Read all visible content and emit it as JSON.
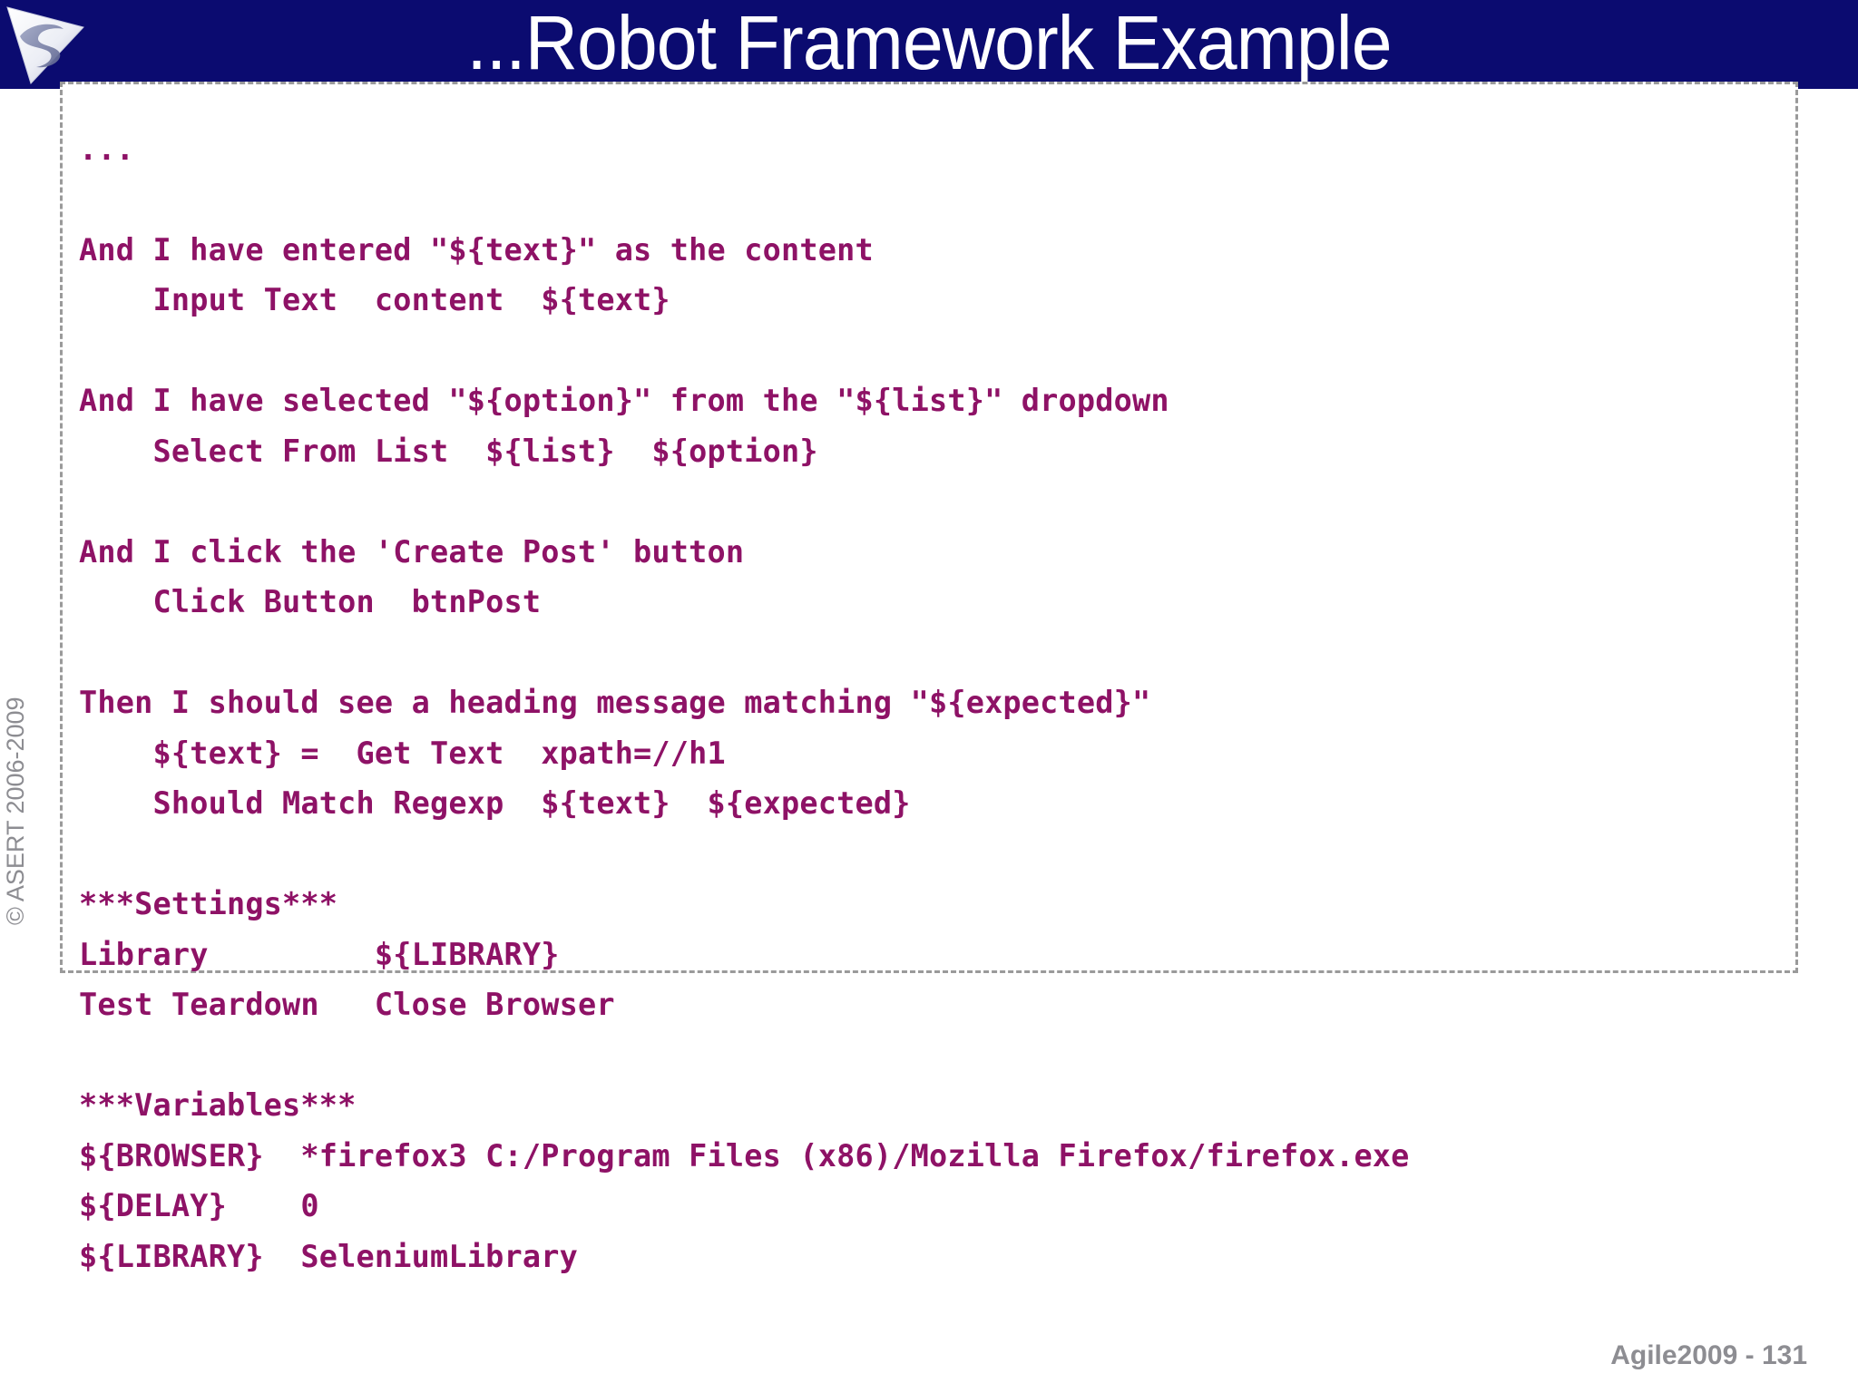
{
  "slide": {
    "title": "...Robot Framework Example",
    "header_color": "#0b0b70",
    "title_color": "#ffffff",
    "code_color": "#8e1266",
    "border_color": "#9a9a9a",
    "footer_color": "#8d8d92"
  },
  "logo": {
    "name": "asert-triangle-s-logo"
  },
  "copyright": {
    "text": "© ASERT 2006-2009"
  },
  "footer": {
    "text": "Agile2009 - 131"
  },
  "code": {
    "language": "robot-framework",
    "lines": [
      "...",
      "",
      "And I have entered \"${text}\" as the content",
      "    Input Text  content  ${text}",
      "",
      "And I have selected \"${option}\" from the \"${list}\" dropdown",
      "    Select From List  ${list}  ${option}",
      "",
      "And I click the 'Create Post' button",
      "    Click Button  btnPost",
      "",
      "Then I should see a heading message matching \"${expected}\"",
      "    ${text} =  Get Text  xpath=//h1",
      "    Should Match Regexp  ${text}  ${expected}",
      "",
      "***Settings***",
      "Library         ${LIBRARY}",
      "Test Teardown   Close Browser",
      "",
      "***Variables***",
      "${BROWSER}  *firefox3 C:/Program Files (x86)/Mozilla Firefox/firefox.exe",
      "${DELAY}    0",
      "${LIBRARY}  SeleniumLibrary"
    ]
  }
}
